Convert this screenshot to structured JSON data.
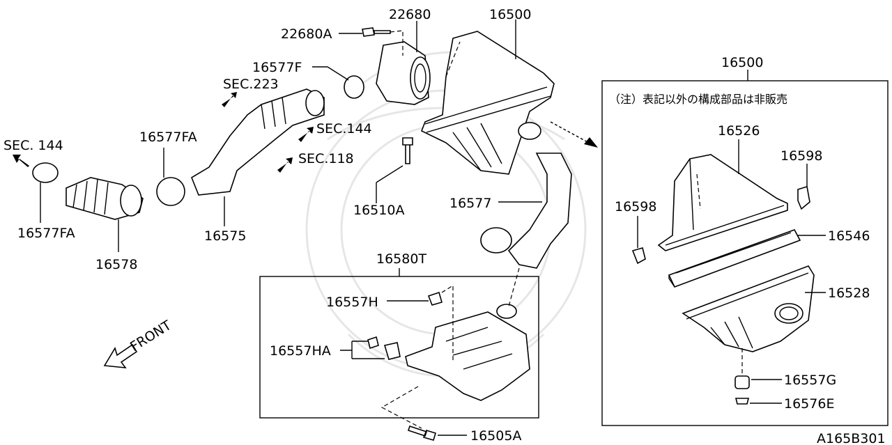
{
  "labels": {
    "p22680": "22680",
    "p22680A": "22680A",
    "p16500_top": "16500",
    "p16577F": "16577F",
    "sec223": "SEC.223",
    "sec144_mid": "SEC.144",
    "sec118": "SEC.118",
    "sec144_left": "SEC. 144",
    "p16577FA_top": "16577FA",
    "p16577FA_bot": "16577FA",
    "p16578": "16578",
    "p16575": "16575",
    "p16510A": "16510A",
    "p16577": "16577",
    "p16580T": "16580T",
    "p16557H": "16557H",
    "p16557HA": "16557HA",
    "p16505A": "16505A",
    "front": "FRONT",
    "p16500_box": "16500",
    "note": "（注）表記以外の構成部品は非販売",
    "p16526": "16526",
    "p16598_r": "16598",
    "p16598_l": "16598",
    "p16546": "16546",
    "p16528": "16528",
    "p16557G": "16557G",
    "p16576E": "16576E",
    "figure_code": "A165B301"
  }
}
